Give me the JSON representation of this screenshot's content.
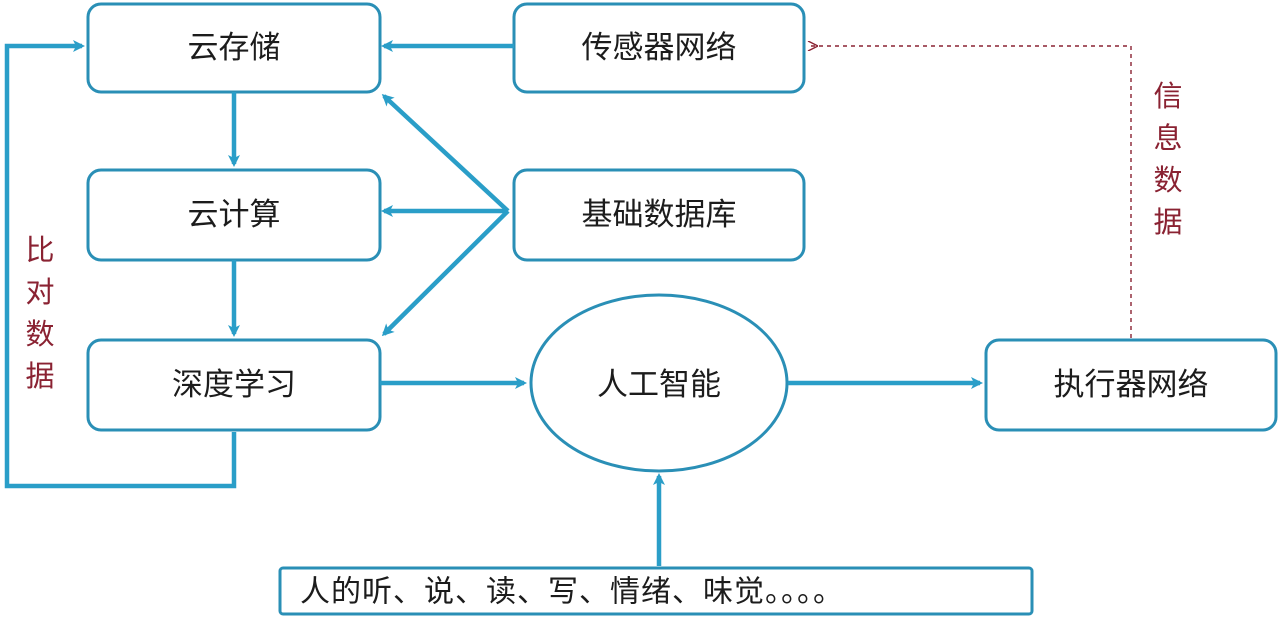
{
  "nodes": {
    "cloud_storage": "云存储",
    "sensor_network": "传感器网络",
    "cloud_computing": "云计算",
    "base_database": "基础数据库",
    "deep_learning": "深度学习",
    "artificial_intelligence": "人工智能",
    "actuator_network": "执行器网络",
    "human_inputs": "人的听、说、读、写、情绪、味觉。。。。"
  },
  "side_labels": {
    "comparison_data": [
      "比",
      "对",
      "数",
      "据"
    ],
    "information_data": [
      "信",
      "息",
      "数",
      "据"
    ]
  },
  "colors": {
    "box_border": "#2a8fb6",
    "arrow": "#2a9ec8",
    "dashed_link": "#8a2232",
    "vertical_text": "#8a2232"
  }
}
